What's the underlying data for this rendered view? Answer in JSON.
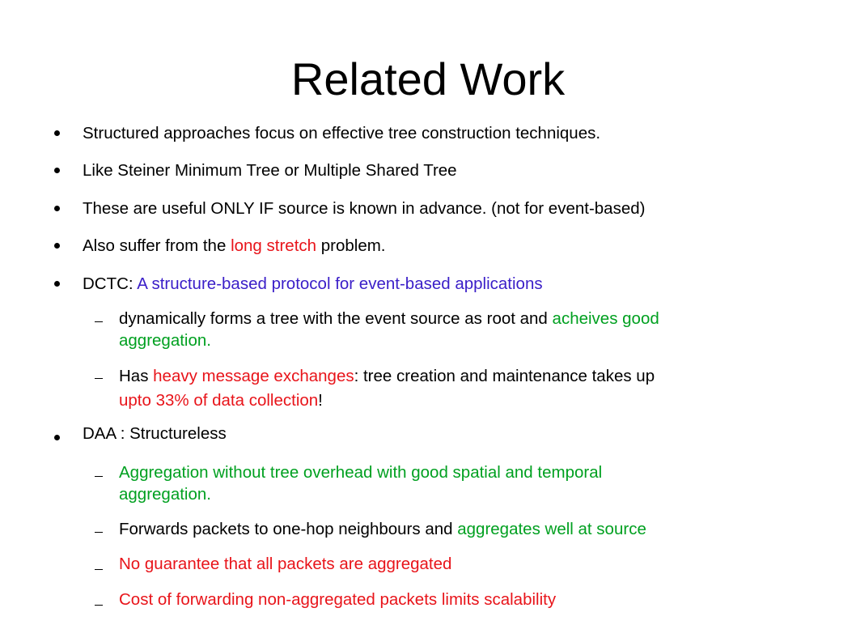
{
  "slide": {
    "title": "Related Work",
    "items": [
      {
        "text": "Structured approaches focus on effective tree construction techniques."
      },
      {
        "text": "Like Steiner Minimum Tree or Multiple Shared Tree"
      },
      {
        "text": "These are useful ONLY IF source is known in advance. (not for event-based)"
      },
      {
        "parts": [
          "Also suffer from the ",
          "long stretch",
          " problem."
        ]
      },
      {
        "parts": [
          "DCTC: ",
          "A structure-based protocol for event-based applications"
        ]
      },
      {
        "line1": [
          "dynamically forms a tree with the event source as root and ",
          "acheives good"
        ],
        "line2": "aggregation."
      },
      {
        "line1": [
          "Has ",
          "heavy message exchanges",
          ": tree creation and maintenance takes up"
        ],
        "line2": [
          "upto 33% of data collection",
          "!"
        ]
      },
      {
        "text": "DAA : Structureless"
      },
      {
        "line1": "Aggregation without tree overhead with good spatial and temporal",
        "line2": "aggregation."
      },
      {
        "parts": [
          "Forwards packets to one-hop neighbours and ",
          "aggregates well at source"
        ]
      },
      {
        "text": "No guarantee that all packets are aggregated"
      },
      {
        "text": "Cost of forwarding non-aggregated packets limits scalability"
      }
    ]
  },
  "colors": {
    "text": "#000000",
    "green": "#00a020",
    "red": "#e8141a",
    "blue": "#3a1ec8",
    "background": "#ffffff"
  }
}
